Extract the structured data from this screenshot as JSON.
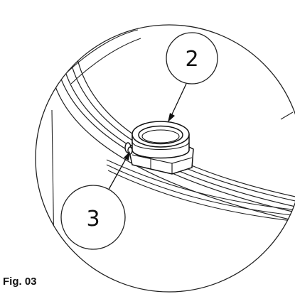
{
  "callouts": [
    {
      "label": "2"
    },
    {
      "label": "3"
    }
  ],
  "caption": "Fig. 03"
}
